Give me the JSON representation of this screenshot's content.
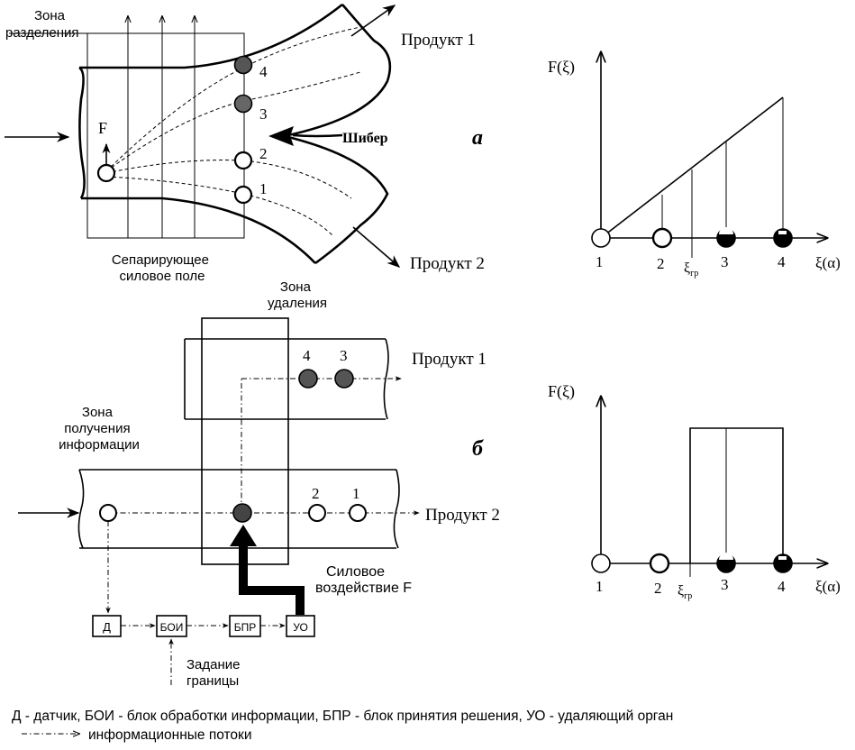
{
  "top_diagram": {
    "separation_zone_label": [
      "Зона",
      "разделения"
    ],
    "product1_label": "Продукт 1",
    "product2_label": "Продукт 2",
    "force_label": "F",
    "gate_label": "Шибер",
    "field_label": [
      "Сепарирующее",
      "силовое поле"
    ],
    "variant_label": "а",
    "particle_labels": [
      "4",
      "3",
      "2",
      "1"
    ]
  },
  "bottom_diagram": {
    "removal_zone_label": [
      "Зона",
      "удаления"
    ],
    "info_zone_label": [
      "Зона",
      "получения",
      "информации"
    ],
    "product1_label": "Продукт 1",
    "product2_label": "Продукт 2",
    "variant_label": "б",
    "particle_labels_top": [
      "4",
      "3"
    ],
    "particle_labels_bottom": [
      "2",
      "1"
    ],
    "force_label": [
      "Силовое",
      "воздействие  F"
    ],
    "blocks": [
      "Д",
      "БОИ",
      "БПР",
      "УО"
    ],
    "boundary_label": [
      "Задание",
      "границы"
    ]
  },
  "graph_a": {
    "ylabel": "F(ξ)",
    "xlabel": "ξ(α)",
    "x_ticks": [
      "1",
      "2",
      "3",
      "4"
    ],
    "xi_boundary_label": "ξ",
    "xi_boundary_sub": "гр"
  },
  "graph_b": {
    "ylabel": "F(ξ)",
    "xlabel": "ξ(α)",
    "x_ticks": [
      "1",
      "2",
      "3",
      "4"
    ],
    "xi_boundary_label": "ξ",
    "xi_boundary_sub": "гр"
  },
  "legend": {
    "line1": "Д - датчик, БОИ - блок обработки информации, БПР - блок принятия решения, УО - удаляющий орган",
    "line2": "информационные потоки"
  }
}
